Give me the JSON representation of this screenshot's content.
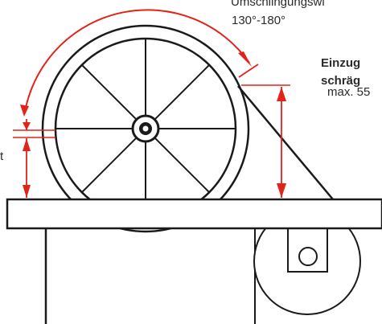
{
  "labels": {
    "wrap_angle_title": "Umschlingungswi",
    "wrap_angle_range": "130°-180°",
    "feed_title": "Einzug",
    "feed_oblique": "schräg",
    "feed_max": "max. 55",
    "left_fragment": "t"
  },
  "colors": {
    "line": "#1a1a1a",
    "dimension": "#e2231a",
    "text": "#2b2b2b"
  }
}
